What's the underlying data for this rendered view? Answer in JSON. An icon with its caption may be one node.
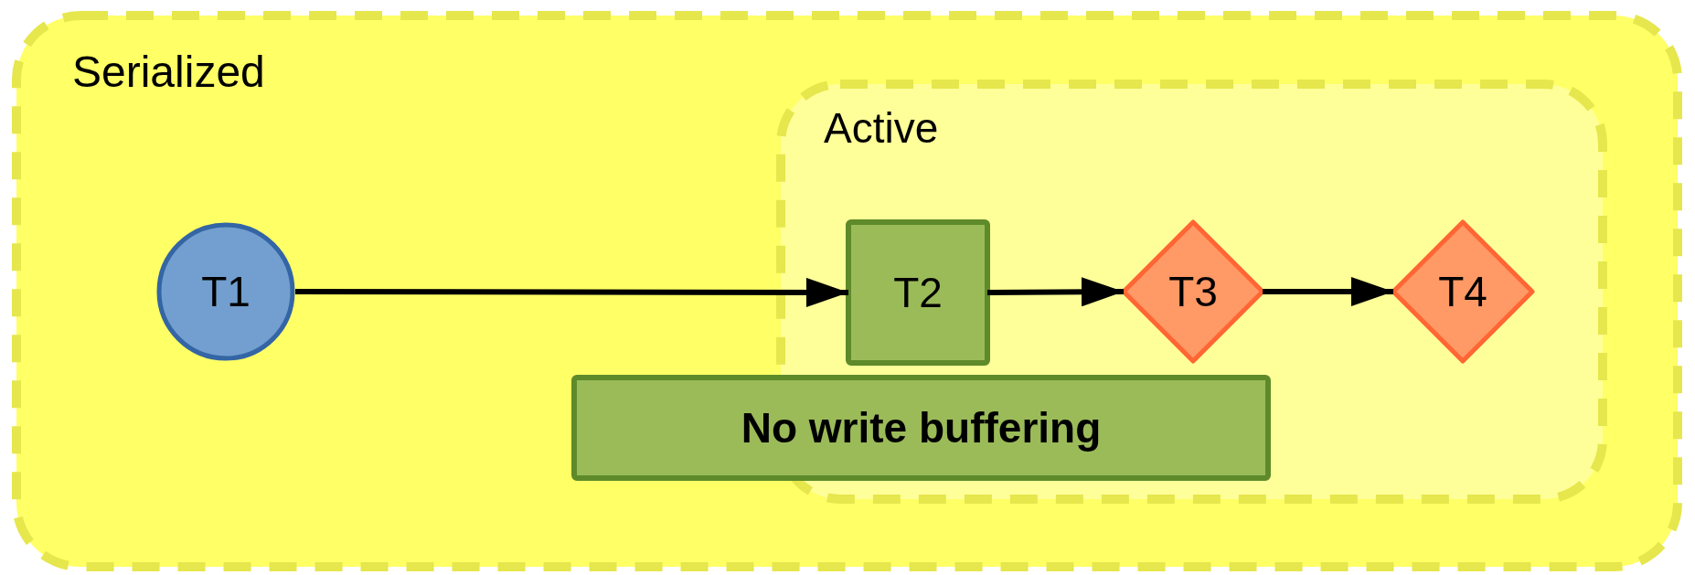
{
  "diagram": {
    "nodes": [
      {
        "text": [
          "Serialized"
        ]
      },
      {
        "text": [
          "Active"
        ],
        "in": 0
      },
      {
        "text": [
          "T1"
        ],
        "in": 0
      },
      {
        "text": [
          "T2"
        ],
        "in": 1
      },
      {
        "text": [
          "T3"
        ],
        "in": 1
      },
      {
        "text": [
          "T4"
        ],
        "in": 1
      },
      {
        "text": [
          "No write buffering"
        ],
        "in": 0
      }
    ],
    "edges": [
      {
        "from": 2,
        "to": 3,
        "arrow": "to"
      },
      {
        "from": 3,
        "to": 4,
        "arrow": "to"
      },
      {
        "from": 4,
        "to": 5,
        "arrow": "to"
      }
    ]
  }
}
